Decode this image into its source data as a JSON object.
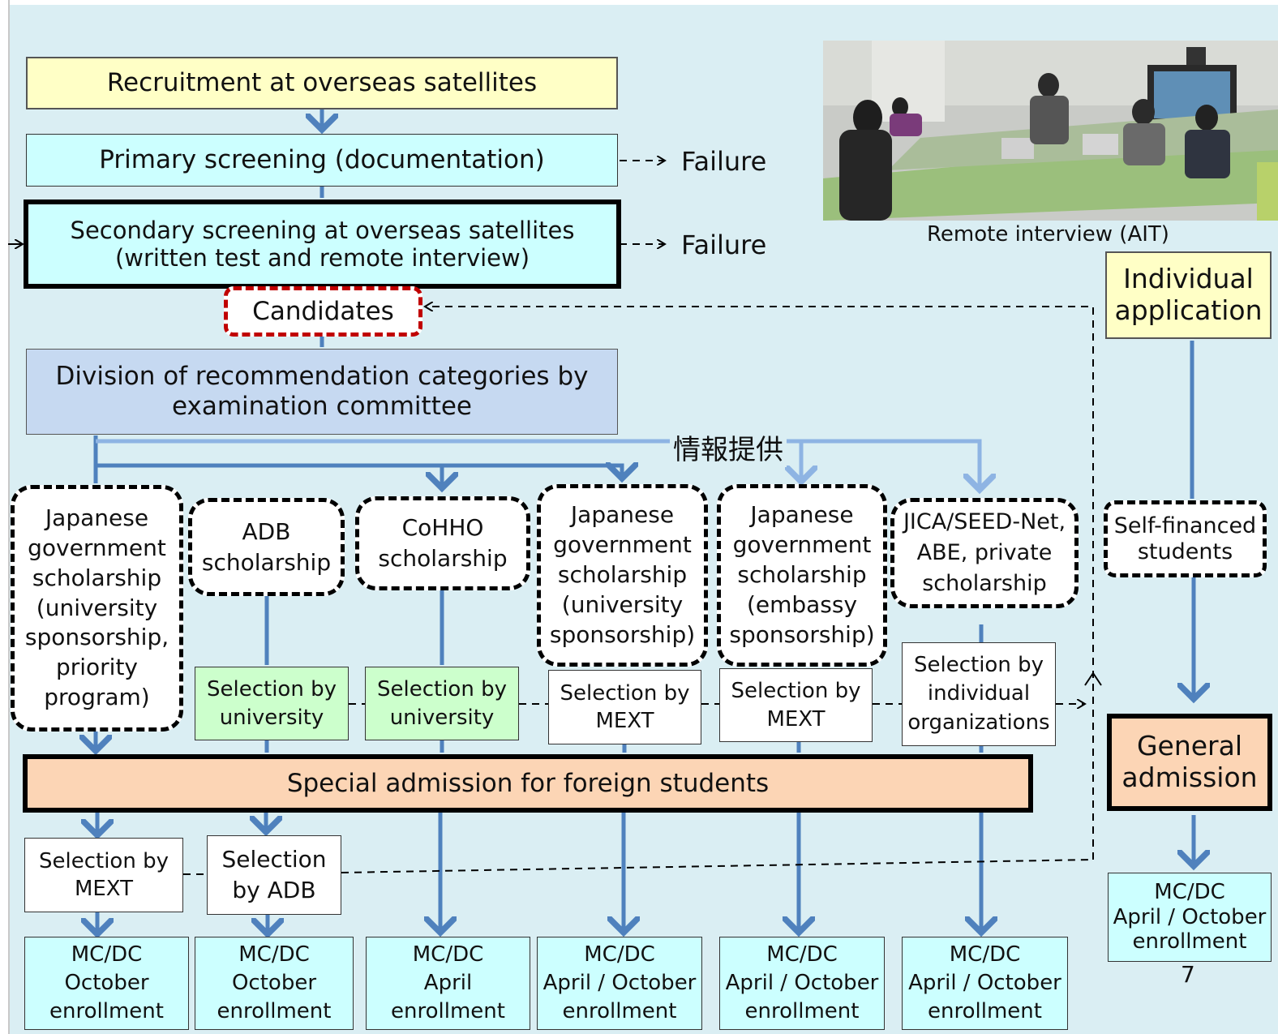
{
  "top": {
    "recruitment": "Recruitment at overseas satellites",
    "primary": "Primary screening (documentation)",
    "secondary_line1": "Secondary screening at overseas satellites",
    "secondary_line2": "(written test and remote interview)",
    "failure1": "Failure",
    "failure2": "Failure",
    "candidates": "Candidates",
    "division_line1": "Division of recommendation categories by",
    "division_line2": "examination committee",
    "info_label": "情報提供"
  },
  "photo": {
    "caption": "Remote interview (AIT)"
  },
  "right": {
    "individual_line1": "Individual",
    "individual_line2": "application",
    "self_line1": "Self-financed",
    "self_line2": "students",
    "general_line1": "General",
    "general_line2": "admission",
    "general_enroll": [
      "MC/DC",
      "April / October",
      "enrollment"
    ]
  },
  "categories": [
    [
      "Japanese",
      "government",
      "scholarship",
      "(university",
      "sponsorship,",
      "priority",
      "program)"
    ],
    [
      "ADB",
      "scholarship"
    ],
    [
      "CoHHO",
      "scholarship"
    ],
    [
      "Japanese",
      "government",
      "scholarship",
      "(university",
      "sponsorship)"
    ],
    [
      "Japanese",
      "government",
      "scholarship",
      "(embassy",
      "sponsorship)"
    ],
    [
      "JICA/SEED-Net,",
      "ABE, private",
      "scholarship"
    ]
  ],
  "selections_pre": [
    [
      "Selection by",
      "university"
    ],
    [
      "Selection by",
      "university"
    ],
    [
      "Selection by",
      "MEXT"
    ],
    [
      "Selection by",
      "MEXT"
    ],
    [
      "Selection by",
      "individual",
      "organizations"
    ]
  ],
  "special": "Special admission for foreign students",
  "selections_post": [
    [
      "Selection by",
      "MEXT"
    ],
    [
      "Selection",
      "by ADB"
    ]
  ],
  "enrollments": [
    [
      "MC/DC",
      "October",
      "enrollment"
    ],
    [
      "MC/DC",
      "October",
      "enrollment"
    ],
    [
      "MC/DC",
      "April",
      "enrollment"
    ],
    [
      "MC/DC",
      "April / October",
      "enrollment"
    ],
    [
      "MC/DC",
      "April / October",
      "enrollment"
    ],
    [
      "MC/DC",
      "April / October",
      "enrollment"
    ]
  ],
  "page_number": "7",
  "colors": {
    "background": "#daeef3",
    "arrow_blue": "#4f81bd",
    "light_arrow": "#8eb4e3",
    "yellow": "#ffffc6",
    "cyan": "#ccffff",
    "lavender": "#c6d9f1",
    "green": "#ccffcc",
    "peach": "#fcd5b5",
    "red_dash": "#c00000"
  }
}
